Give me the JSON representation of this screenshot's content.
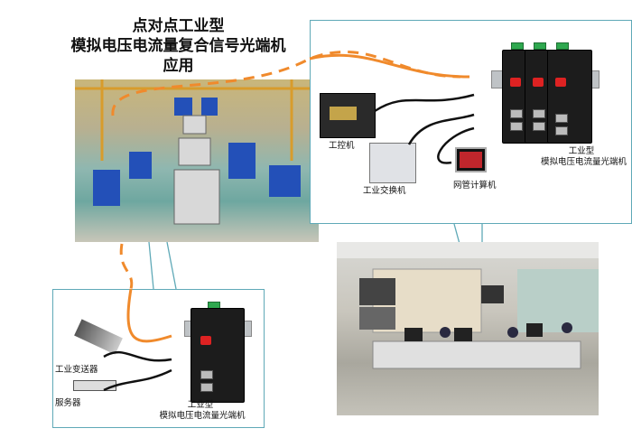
{
  "title": {
    "line1": "点对点工业型",
    "line2": "模拟电压电流量复合信号光端机",
    "line3": "应用"
  },
  "top_panel": {
    "ipc_label": "工控机",
    "switch_label": "工业交换机",
    "nms_label": "网管计算机",
    "device_label_1": "工业型",
    "device_label_2": "模拟电压电流量光端机"
  },
  "bottom_panel": {
    "transmitter_label": "工业变送器",
    "server_label": "服务器",
    "device_label_1": "工业型",
    "device_label_2": "模拟电压电流量光端机"
  },
  "colors": {
    "fiber": "#f08a2c",
    "frame": "#5fa9b7"
  }
}
